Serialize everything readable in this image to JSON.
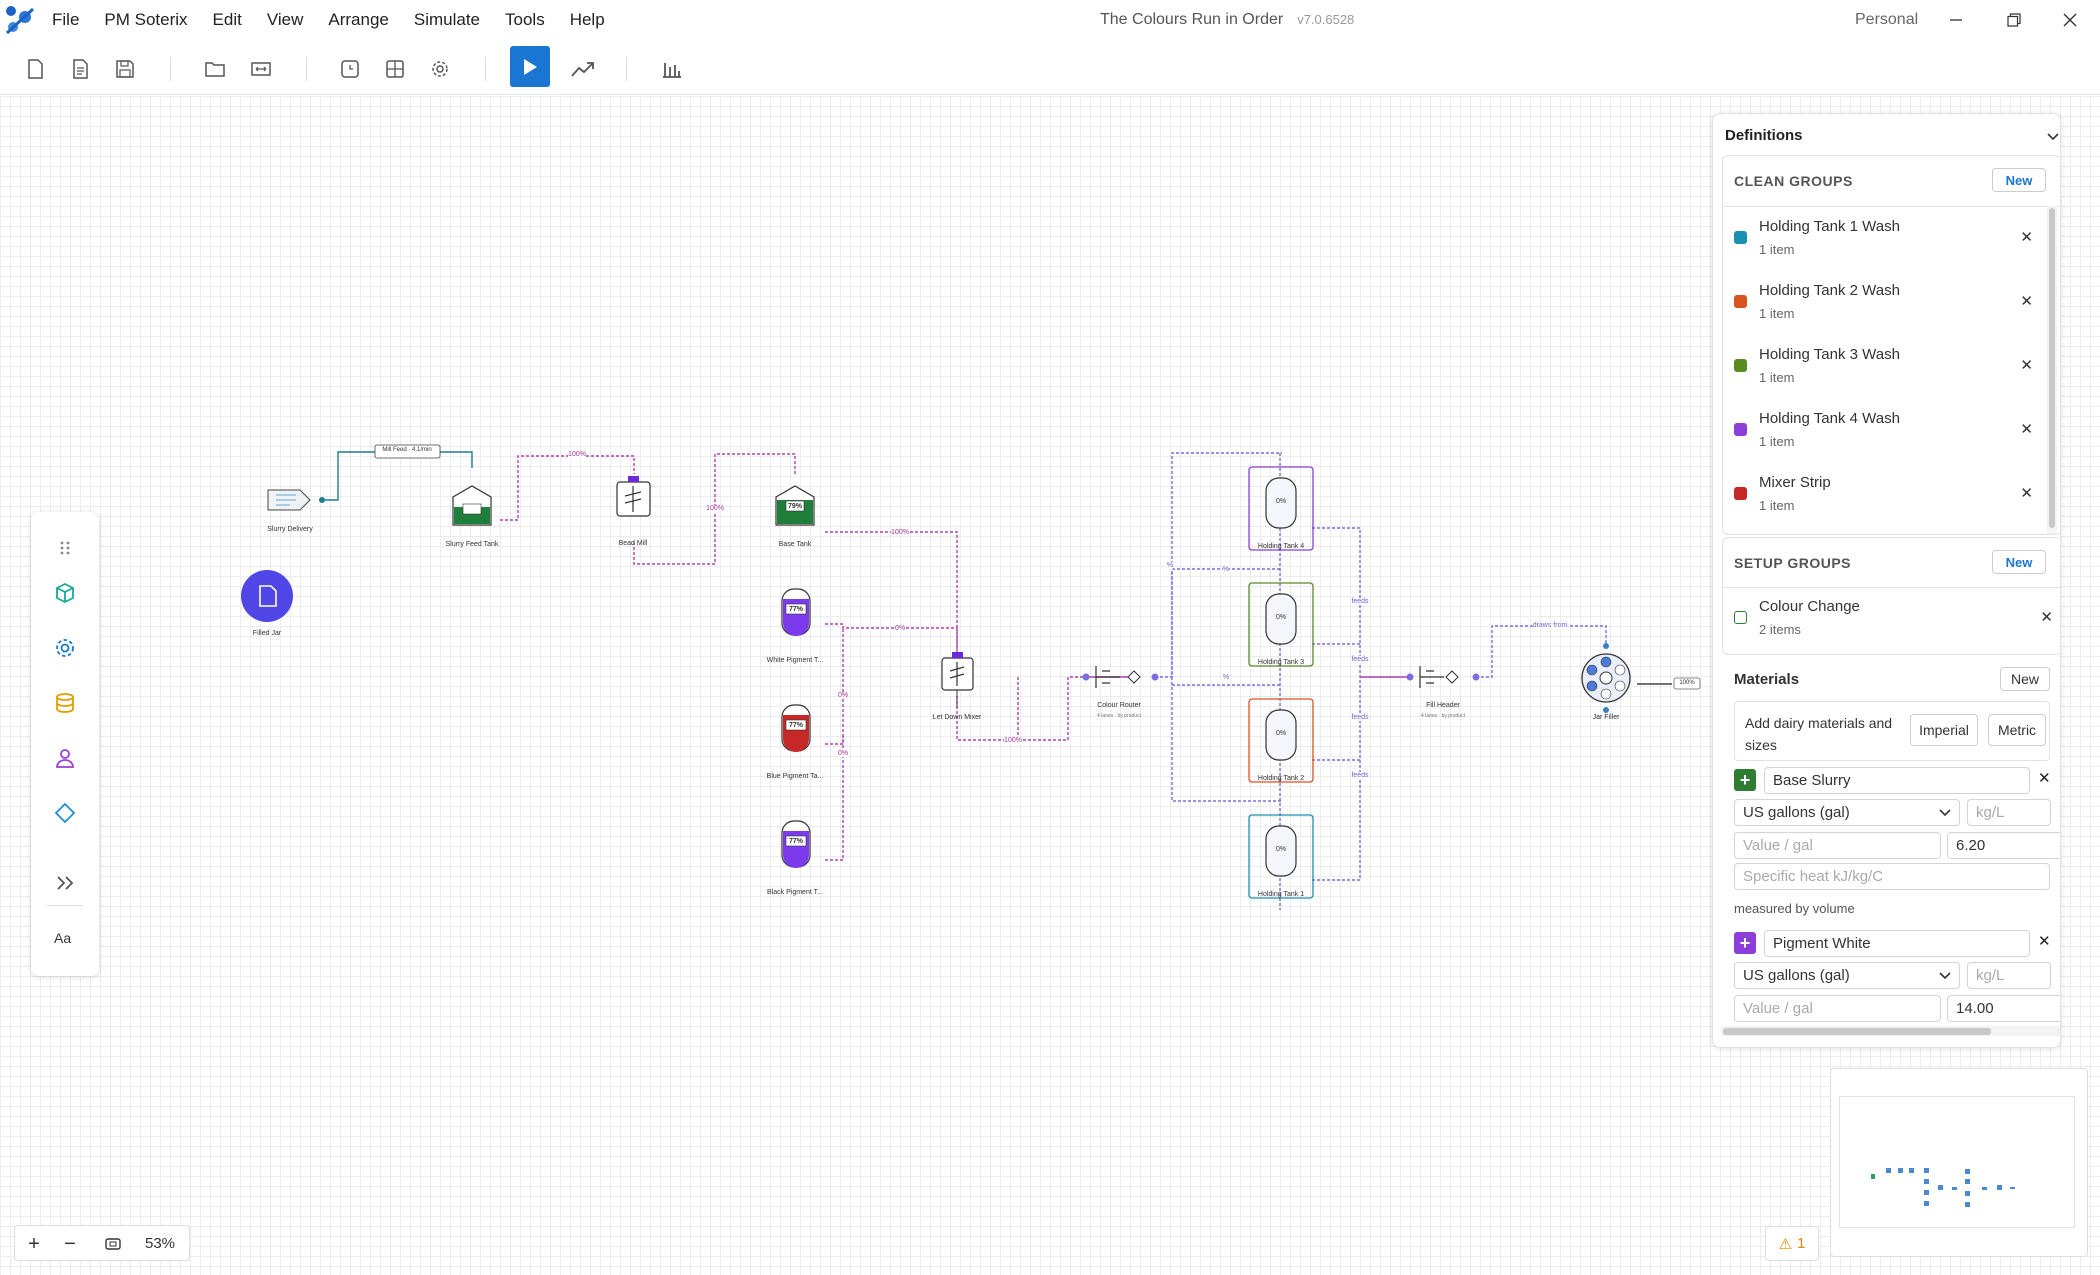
{
  "app": {
    "title": "The Colours Run in Order",
    "version": "v7.0.6528",
    "workspace": "Personal",
    "menu": [
      "File",
      "PM Soterix",
      "Edit",
      "View",
      "Arrange",
      "Simulate",
      "Tools",
      "Help"
    ]
  },
  "toolbar": {
    "icons": [
      "new-file-icon",
      "document-icon",
      "save-icon",
      "open-folder-icon",
      "fit-width-icon",
      "clock-icon",
      "grid-icon",
      "gear-icon",
      "play-icon",
      "trend-icon",
      "bar-chart-icon"
    ]
  },
  "left_toolbar": {
    "icons": [
      "drag-handle-icon",
      "cube-icon",
      "gear-icon",
      "database-icon",
      "person-icon",
      "diamond-icon",
      "double-chevron-right-icon",
      "text-style-icon"
    ]
  },
  "diagram": {
    "nodes": {
      "slurry_delivery": "Slurry Delivery",
      "filled_jar": "Filled Jar",
      "slurry_feed_tank": {
        "label": "Slurry Feed Tank",
        "level": "50%"
      },
      "bead_mill": "Bead Mill",
      "base_tank": {
        "label": "Base Tank",
        "level": "79%"
      },
      "white_pigment": {
        "label": "White Pigment T...",
        "level": "77%"
      },
      "blue_pigment": {
        "label": "Blue Pigment Ta...",
        "level": "77%"
      },
      "black_pigment": {
        "label": "Black Pigment T...",
        "level": "77%"
      },
      "let_down_mixer": "Let Down Mixer",
      "colour_router": {
        "label": "Colour Router",
        "sub": "4 lanes · by product"
      },
      "holding_tank_4": {
        "label": "Holding Tank 4",
        "level": "0%"
      },
      "holding_tank_3": {
        "label": "Holding Tank 3",
        "level": "0%"
      },
      "holding_tank_2": {
        "label": "Holding Tank 2",
        "level": "0%"
      },
      "holding_tank_1": {
        "label": "Holding Tank 1",
        "level": "0%"
      },
      "fill_header": {
        "label": "Fill Header",
        "sub": "4 lanes · by product"
      },
      "jar_filler": "Jar Filler"
    },
    "flows": {
      "mill_feed": "Mill Feed · 4.1/min",
      "f100a": "100%",
      "f100b": "100%",
      "f100c": "100%",
      "f100d": "100%",
      "f0a": "0%",
      "f0b": "0%",
      "f0c": "0%",
      "pct_a": "%",
      "pct_b": "%",
      "pct_c": "%",
      "feeds_a": "feeds",
      "feeds_b": "feeds",
      "feeds_c": "feeds",
      "feeds_d": "feeds",
      "draws_from": "draws from",
      "out": "100%"
    }
  },
  "panel": {
    "title": "Definitions",
    "clean_groups": {
      "header": "CLEAN GROUPS",
      "new_label": "New",
      "items": [
        {
          "name": "Holding Tank 1 Wash",
          "count": "1 item",
          "color": "#1a8fb0"
        },
        {
          "name": "Holding Tank 2 Wash",
          "count": "1 item",
          "color": "#d9531e"
        },
        {
          "name": "Holding Tank 3 Wash",
          "count": "1 item",
          "color": "#5a8a23"
        },
        {
          "name": "Holding Tank 4 Wash",
          "count": "1 item",
          "color": "#8b3fd6"
        },
        {
          "name": "Mixer Strip",
          "count": "1 item",
          "color": "#c62828"
        }
      ]
    },
    "setup_groups": {
      "header": "SETUP GROUPS",
      "new_label": "New",
      "items": [
        {
          "name": "Colour Change",
          "count": "2 items",
          "color": "#2e7d32"
        }
      ]
    },
    "materials": {
      "header": "Materials",
      "new_label": "New",
      "hint": "Add dairy materials and sizes",
      "imperial": "Imperial",
      "metric": "Metric",
      "items": [
        {
          "name": "Base Slurry",
          "color": "#2e7d32",
          "unit": "US gallons (gal)",
          "density_placeholder": "kg/L",
          "value_placeholder": "Value / gal",
          "value": "6.20",
          "heat_placeholder": "Specific heat kJ/kg/C",
          "note": "measured by volume"
        },
        {
          "name": "Pigment White",
          "color": "#8b3fd6",
          "unit": "US gallons (gal)",
          "density_placeholder": "kg/L",
          "value_placeholder": "Value / gal",
          "value": "14.00"
        }
      ]
    }
  },
  "zoom": {
    "level": "53%"
  },
  "warnings": {
    "count": "1"
  },
  "colors": {
    "accent": "#1976d2",
    "flow": "#b040b0",
    "flow_dashed": "#7a6ee0",
    "tank_green": "#1e7e3a",
    "tank_purple": "#7c3aed",
    "tank_red": "#c62828"
  }
}
